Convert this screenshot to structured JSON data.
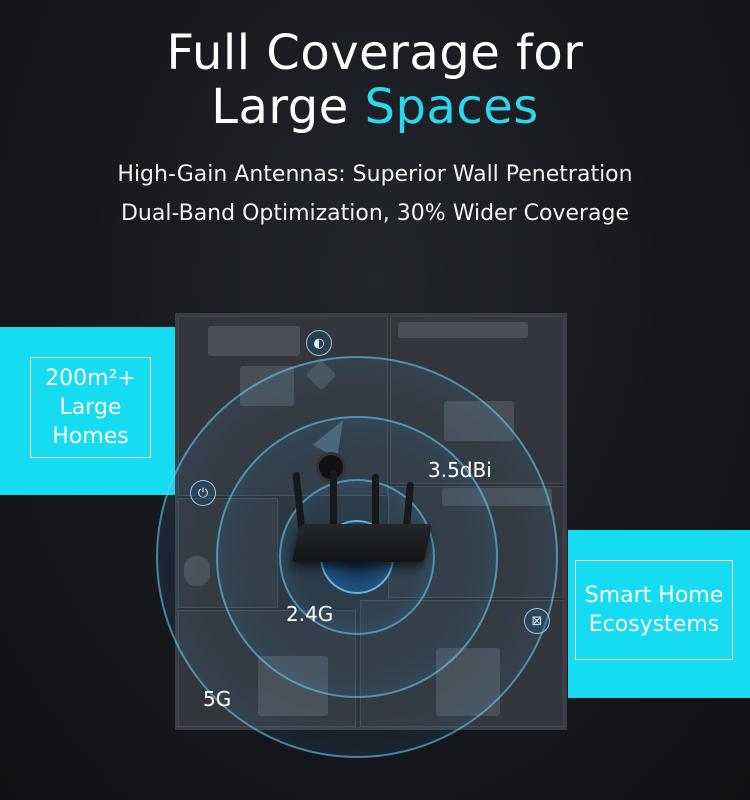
{
  "headline": {
    "line1": "Full Coverage for",
    "line2_plain": "Large ",
    "line2_accent": "Spaces"
  },
  "subheadlines": [
    "High-Gain Antennas: Superior Wall Penetration",
    "Dual-Band Optimization, 30% Wider Coverage"
  ],
  "callouts": {
    "left_lines": [
      "200m²+",
      "Large",
      "Homes"
    ],
    "right_lines": [
      "Smart Home",
      "Ecosystems"
    ]
  },
  "labels": {
    "antenna_gain": "3.5dBi",
    "band_24": "2.4G",
    "band_5": "5G"
  },
  "colors": {
    "accent": "#2cd6ee",
    "panel": "#16dcf2",
    "background": "#16181c"
  },
  "icons": [
    "plug-icon",
    "smart-device-icon",
    "thermostat-icon",
    "camera-icon"
  ]
}
